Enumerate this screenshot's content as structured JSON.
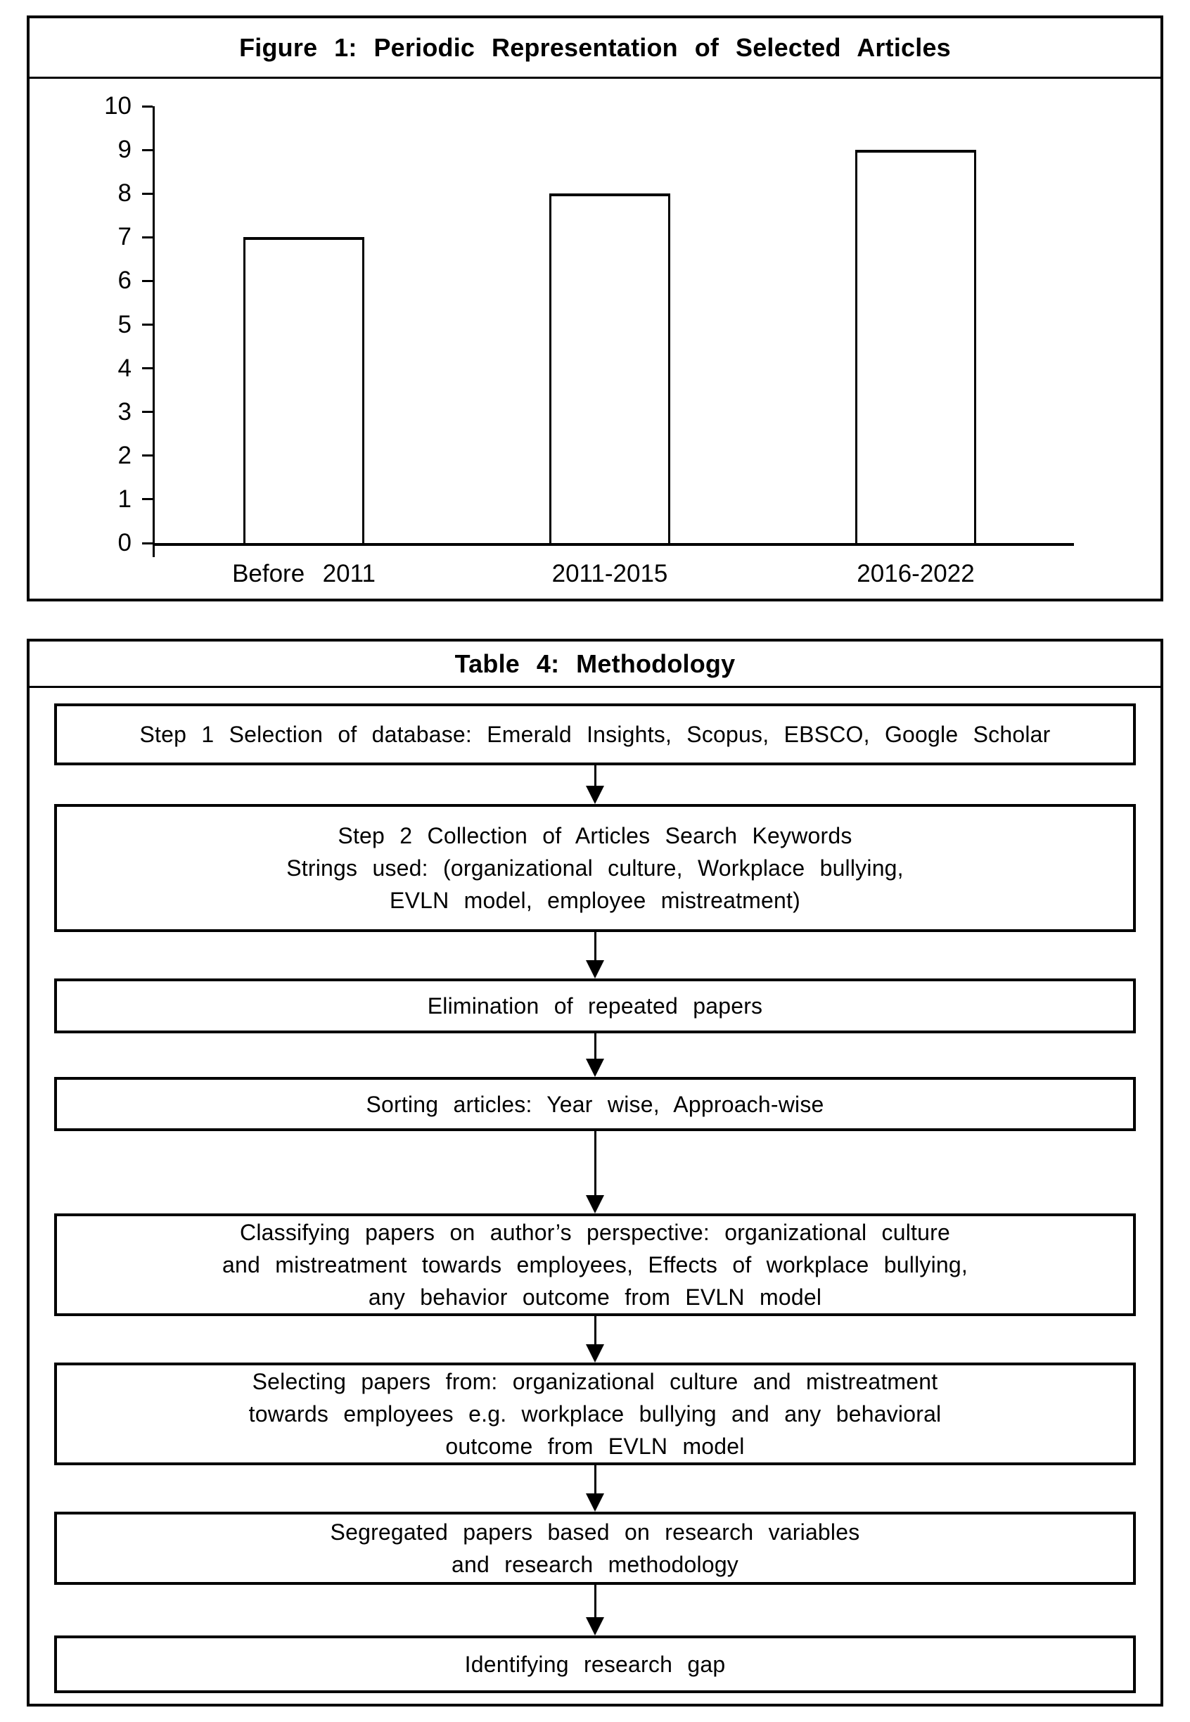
{
  "page": {
    "background": "#ffffff",
    "foreground": "#000000"
  },
  "chart_data": {
    "type": "bar",
    "title": "Figure 1: Periodic Representation of Selected Articles",
    "categories": [
      "Before 2011",
      "2011-2015",
      "2016-2022"
    ],
    "values": [
      7,
      8,
      9
    ],
    "xlabel": "",
    "ylabel": "",
    "ylim": [
      0,
      10
    ],
    "y_ticks": [
      0,
      1,
      2,
      3,
      4,
      5,
      6,
      7,
      8,
      9,
      10
    ],
    "grid": false,
    "legend": false,
    "bar_fill": "#ffffff",
    "bar_border": "#000000",
    "axis_color": "#000000"
  },
  "methodology": {
    "title": "Table 4: Methodology",
    "boxes": [
      {
        "lines": [
          "Step 1 Selection of database: Emerald Insights, Scopus, EBSCO, Google Scholar"
        ]
      },
      {
        "lines": [
          "Step 2 Collection of Articles Search Keywords",
          "Strings used: (organizational culture, Workplace bullying,",
          "EVLN model, employee mistreatment)"
        ]
      },
      {
        "lines": [
          "Elimination of repeated papers"
        ]
      },
      {
        "lines": [
          "Sorting articles: Year wise, Approach-wise"
        ]
      },
      {
        "lines": [
          "Classifying papers on author’s perspective: organizational culture",
          "and mistreatment towards employees, Effects of workplace bullying,",
          "any behavior outcome from EVLN model"
        ]
      },
      {
        "lines": [
          "Selecting papers from: organizational culture and mistreatment",
          "towards employees e.g. workplace bullying and any behavioral",
          "outcome from EVLN model"
        ]
      },
      {
        "lines": [
          "Segregated papers based on research variables",
          "and research methodology"
        ]
      },
      {
        "lines": [
          "Identifying research gap"
        ]
      }
    ]
  }
}
